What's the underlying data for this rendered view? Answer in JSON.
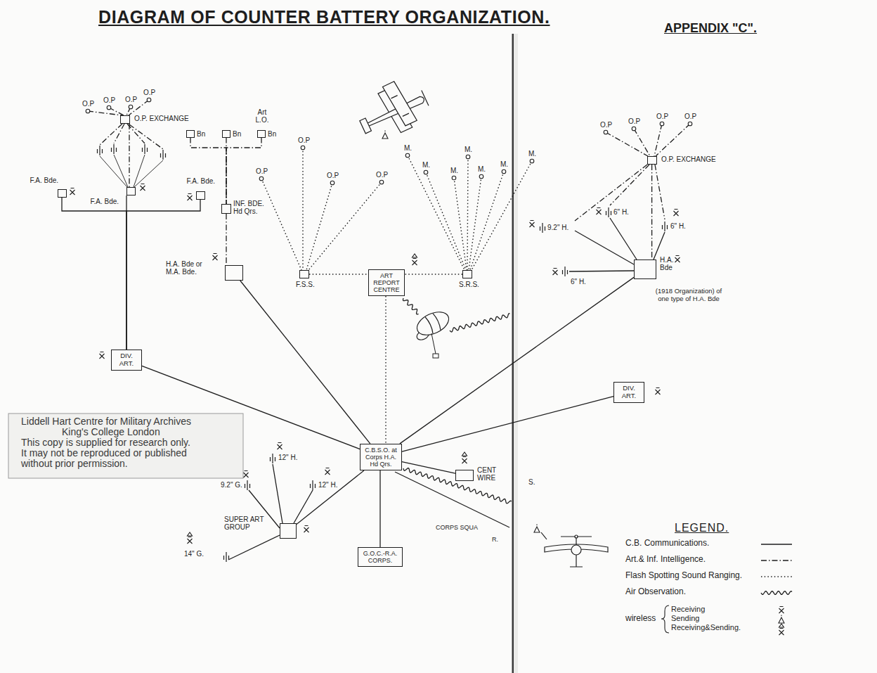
{
  "diagram": {
    "title": "DIAGRAM OF COUNTER BATTERY ORGANIZATION.",
    "nodes": [
      {
        "text": [
          "O.P. EXCHANGE"
        ]
      },
      {
        "text": [
          "Bn"
        ]
      },
      {
        "text": [
          "Bn"
        ]
      },
      {
        "text": [
          "Art L.O.",
          "Bn"
        ]
      },
      {
        "text": [
          "F.A. Bde."
        ]
      },
      {
        "text": [
          "F.A. Bde."
        ]
      },
      {
        "text": [
          "F.A. Bde."
        ]
      },
      {
        "text": [
          "INF. BDE. Hd Qrs."
        ]
      },
      {
        "text": [
          "H.A. Bde or M.A. Bde."
        ]
      },
      {
        "text": [
          "F.S.S."
        ]
      },
      {
        "text": [
          "ART REPORT CENTRE"
        ]
      },
      {
        "text": [
          "S.R.S."
        ]
      },
      {
        "text": [
          "DIV. ART."
        ]
      },
      {
        "text": [
          "C.B.S.O. at Corps H.A. Hd Qrs."
        ]
      },
      {
        "text": [
          "CENT WIRE"
        ]
      },
      {
        "text": [
          "SUPER ART GROUP"
        ]
      },
      {
        "text": [
          "G.O.C.-R.A. CORPS."
        ]
      },
      {
        "text": [
          "O.P. EXCHANGE"
        ]
      },
      {
        "text": [
          "H.A. Bde"
        ]
      },
      {
        "text": [
          "DIV. ART."
        ]
      }
    ],
    "edges": [
      {
        "from": 0,
        "to": 5,
        "arrow": "none"
      },
      {
        "from": 1,
        "to": 7,
        "arrow": "none"
      },
      {
        "from": 2,
        "to": 7,
        "arrow": "none"
      },
      {
        "from": 3,
        "to": 7,
        "arrow": "none"
      },
      {
        "from": 7,
        "to": 8,
        "arrow": "none"
      },
      {
        "from": 4,
        "to": 12,
        "arrow": "none"
      },
      {
        "from": 5,
        "to": 12,
        "arrow": "none"
      },
      {
        "from": 6,
        "to": 12,
        "arrow": "none"
      },
      {
        "from": 12,
        "to": 13,
        "arrow": "none"
      },
      {
        "from": 8,
        "to": 13,
        "arrow": "none"
      },
      {
        "from": 10,
        "to": 13,
        "arrow": "none"
      },
      {
        "from": 9,
        "to": 10,
        "arrow": "none"
      },
      {
        "from": 11,
        "to": 10,
        "arrow": "none"
      },
      {
        "from": 13,
        "to": 14,
        "arrow": "none"
      },
      {
        "from": 13,
        "to": 15,
        "arrow": "none"
      },
      {
        "from": 13,
        "to": 16,
        "arrow": "none"
      },
      {
        "from": 13,
        "to": 19,
        "arrow": "none"
      },
      {
        "from": 13,
        "to": 18,
        "arrow": "none"
      },
      {
        "from": 17,
        "to": 18,
        "arrow": "none"
      }
    ],
    "labels": [
      "APPENDIX \"C\".",
      "O.P",
      "O.P",
      "O.P",
      "O.P",
      "O.P",
      "O.P",
      "O.P",
      "O.P",
      "M.",
      "M.",
      "M.",
      "M.",
      "M.",
      "M.",
      "M.",
      "O.P",
      "O.P",
      "O.P",
      "O.P",
      "12\" H.",
      "9.2\" G.",
      "12\" H.",
      "14\" G.",
      "9.2\" H.",
      "6\" H.",
      "6\" H.",
      "6\" H.",
      "(1918 Organization) of one type of H.A. Bde",
      "S.",
      "CORPS SQUA",
      "R.",
      "Liddell Hart Centre for Military Archives",
      "King's College London",
      "This copy is supplied for research only.",
      "It may not be reproduced or published",
      "without prior permission.",
      "LEGEND.",
      "wireless"
    ],
    "legend": [
      {
        "text": "C.B. Communications."
      },
      {
        "text": "Art.& Inf. Intelligence."
      },
      {
        "text": "Flash Spotting Sound Ranging."
      },
      {
        "text": "Air Observation."
      },
      {
        "text": "Receiving"
      },
      {
        "text": "Sending"
      },
      {
        "text": "Receiving&Sending."
      }
    ]
  }
}
